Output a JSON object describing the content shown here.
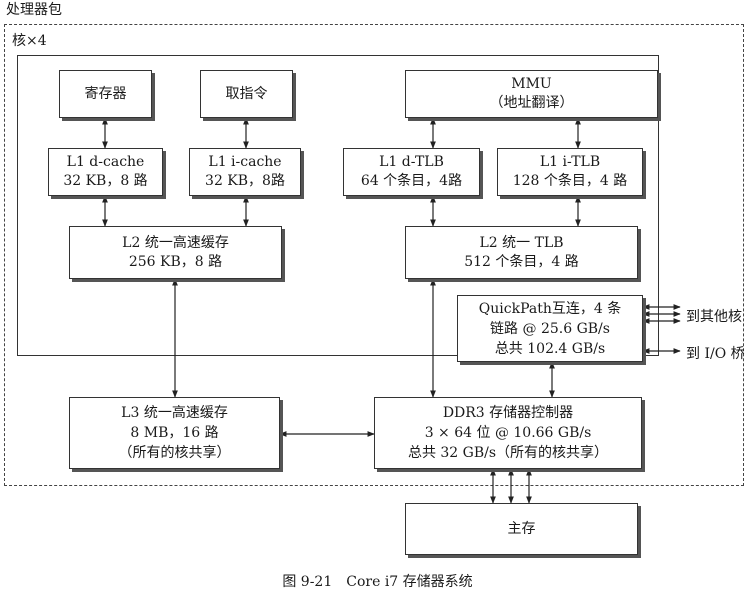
{
  "package": {
    "label": "处理器包"
  },
  "core": {
    "label": "核×4"
  },
  "boxes": {
    "registers": {
      "line1": "寄存器"
    },
    "fetch": {
      "line1": "取指令"
    },
    "mmu": {
      "line1": "MMU",
      "line2": "（地址翻译）"
    },
    "l1d": {
      "line1": "L1 d-cache",
      "line2": "32 KB，8 路"
    },
    "l1i": {
      "line1": "L1 i-cache",
      "line2": "32 KB，8路"
    },
    "l1dtlb": {
      "line1": "L1 d-TLB",
      "line2": "64 个条目，4路"
    },
    "l1itlb": {
      "line1": "L1 i-TLB",
      "line2": "128 个条目，4 路"
    },
    "l2": {
      "line1": "L2 统一高速缓存",
      "line2": "256 KB，8 路"
    },
    "l2tlb": {
      "line1": "L2 统一 TLB",
      "line2": "512 个条目，4 路"
    },
    "qpi": {
      "line1": "QuickPath互连，4 条",
      "line2": "链路 @ 25.6 GB/s",
      "line3": "总共 102.4 GB/s"
    },
    "l3": {
      "line1": "L3 统一高速缓存",
      "line2": "8 MB，16 路",
      "line3": "（所有的核共享）"
    },
    "ddr3": {
      "line1": "DDR3 存储器控制器",
      "line2": "3 × 64 位 @ 10.66 GB/s",
      "line3": "总共 32 GB/s（所有的核共享）"
    },
    "main": {
      "line1": "主存"
    }
  },
  "links": {
    "other_cores": "到其他核",
    "io_bridge": "到 I/O 桥"
  },
  "caption": "图 9-21　Core i7 存储器系统"
}
